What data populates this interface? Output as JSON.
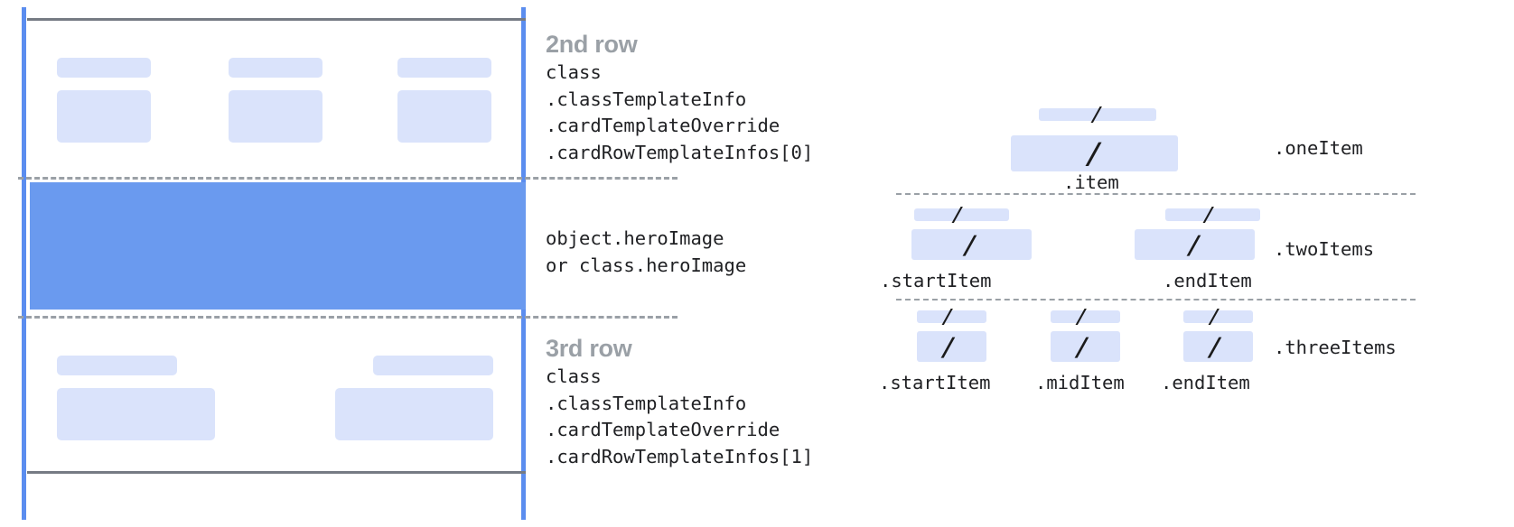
{
  "left_panel": {
    "notes": [
      {
        "id": "second-row",
        "title": "2nd row",
        "code": "class\n.classTemplateInfo\n.cardTemplateOverride\n.cardRowTemplateInfos[0]"
      },
      {
        "id": "hero-image",
        "title": "",
        "code": "object.heroImage\nor class.heroImage"
      },
      {
        "id": "third-row",
        "title": "3rd row",
        "code": "class\n.classTemplateInfo\n.cardTemplateOverride\n.cardRowTemplateInfos[1]"
      }
    ],
    "rows": {
      "second_row_fields": 3,
      "third_row_fields": 2
    }
  },
  "right_panel": {
    "variants": [
      {
        "name": ".oneItem",
        "sub_labels": [
          ".item"
        ]
      },
      {
        "name": ".twoItems",
        "sub_labels": [
          ".startItem",
          ".endItem"
        ]
      },
      {
        "name": ".threeItems",
        "sub_labels": [
          ".startItem",
          ".midItem",
          ".endItem"
        ]
      }
    ],
    "slash_glyph": "/"
  },
  "colors": {
    "hero_blue": "#6a9aef",
    "rail_blue": "#5b8def",
    "placeholder_blue": "#dae3fb",
    "rule_gray": "#767b84",
    "dash_gray": "#9aa0a6",
    "title_gray": "#9aa0a6",
    "text_dark": "#202124"
  }
}
